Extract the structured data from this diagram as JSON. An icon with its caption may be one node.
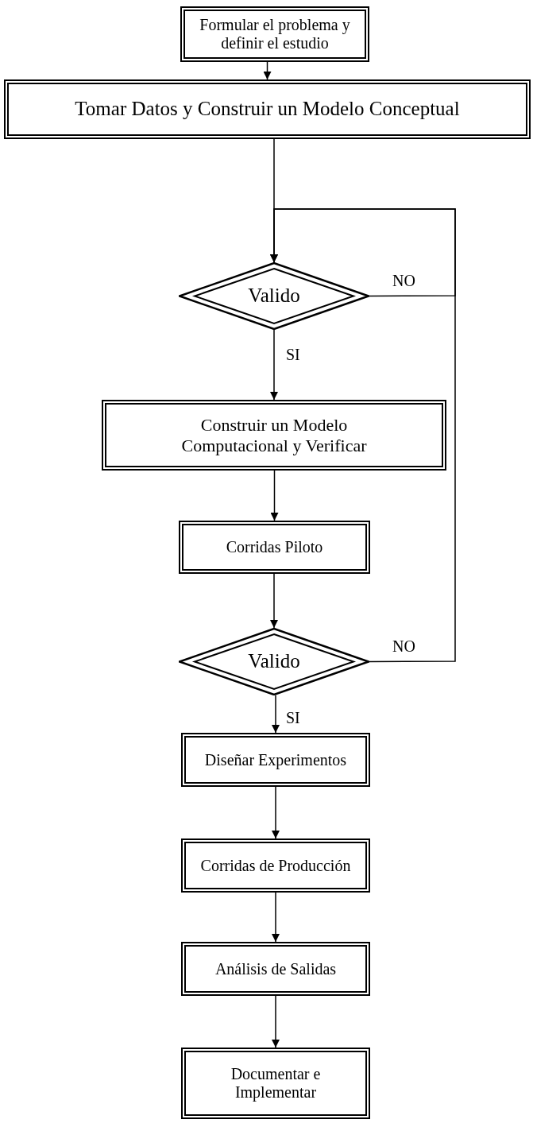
{
  "diagram": {
    "nodes": [
      {
        "text": [
          "Formular el problema y definir el estudio"
        ]
      },
      {
        "text": [
          "Tomar Datos y Construir un Modelo Conceptual"
        ]
      },
      {
        "text": [
          "Valido"
        ]
      },
      {
        "text": [
          "Construir un Modelo Computacional y Verificar"
        ]
      },
      {
        "text": [
          "Corridas Piloto"
        ]
      },
      {
        "text": [
          "Valido"
        ]
      },
      {
        "text": [
          "Diseñar Experimentos"
        ]
      },
      {
        "text": [
          "Corridas de Producción"
        ]
      },
      {
        "text": [
          "Análisis de Salidas"
        ]
      },
      {
        "text": [
          "Documentar e Implementar"
        ]
      }
    ],
    "edges": [
      {
        "from": 0,
        "to": 1,
        "arrow": "to"
      },
      {
        "from": 1,
        "to": 2,
        "arrow": "to"
      },
      {
        "from": 2,
        "to": 2,
        "arrow": "to",
        "label": "NO"
      },
      {
        "from": 2,
        "to": 3,
        "arrow": "to",
        "label": "SI"
      },
      {
        "from": 3,
        "to": 4,
        "arrow": "to"
      },
      {
        "from": 4,
        "to": 5,
        "arrow": "to"
      },
      {
        "from": 5,
        "to": 2,
        "arrow": "to",
        "label": "NO"
      },
      {
        "from": 5,
        "to": 6,
        "arrow": "to",
        "label": "SI"
      },
      {
        "from": 6,
        "to": 7,
        "arrow": "to"
      },
      {
        "from": 7,
        "to": 8,
        "arrow": "to"
      },
      {
        "from": 8,
        "to": 9,
        "arrow": "to"
      }
    ]
  }
}
